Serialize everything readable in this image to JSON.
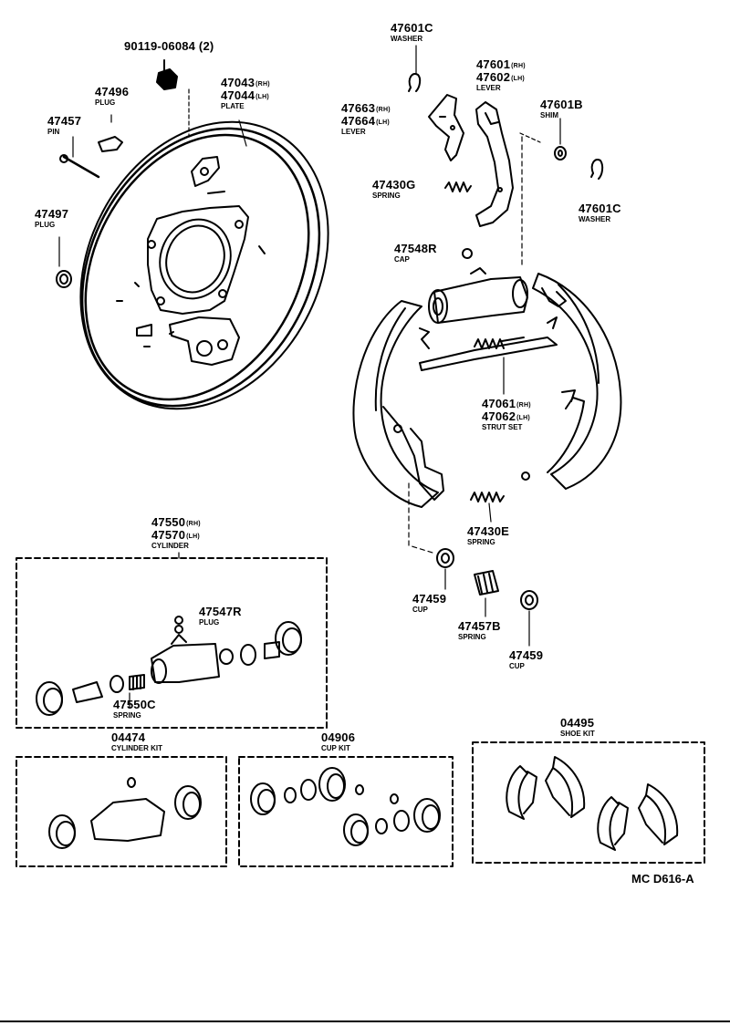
{
  "diagram_ref": "MC D616-A",
  "parts": {
    "bolt": {
      "number": "90119-06084 (2)"
    },
    "plug_496": {
      "number": "47496",
      "name": "PLUG"
    },
    "pin": {
      "number": "47457",
      "name": "PIN"
    },
    "plug_497": {
      "number": "47497",
      "name": "PLUG"
    },
    "plate": {
      "number_rh": "47043",
      "suffix_rh": "(RH)",
      "number_lh": "47044",
      "suffix_lh": "(LH)",
      "name": "PLATE"
    },
    "washer_top": {
      "number": "47601C",
      "name": "WASHER"
    },
    "lever_main": {
      "number_rh": "47601",
      "suffix_rh": "(RH)",
      "number_lh": "47602",
      "suffix_lh": "(LH)",
      "name": "LEVER"
    },
    "lever_small": {
      "number_rh": "47663",
      "suffix_rh": "(RH)",
      "number_lh": "47664",
      "suffix_lh": "(LH)",
      "name": "LEVER"
    },
    "shim": {
      "number": "47601B",
      "name": "SHIM"
    },
    "spring_g": {
      "number": "47430G",
      "name": "SPRING"
    },
    "washer_right": {
      "number": "47601C",
      "name": "WASHER"
    },
    "cap": {
      "number": "47548R",
      "name": "CAP"
    },
    "strut": {
      "number_rh": "47061",
      "suffix_rh": "(RH)",
      "number_lh": "47062",
      "suffix_lh": "(LH)",
      "name": "STRUT SET"
    },
    "spring_e": {
      "number": "47430E",
      "name": "SPRING"
    },
    "cup_left": {
      "number": "47459",
      "name": "CUP"
    },
    "spring_b": {
      "number": "47457B",
      "name": "SPRING"
    },
    "cup_right": {
      "number": "47459",
      "name": "CUP"
    },
    "cylinder": {
      "number_rh": "47550",
      "suffix_rh": "(RH)",
      "number_lh": "47570",
      "suffix_lh": "(LH)",
      "name": "CYLINDER"
    },
    "plug_547": {
      "number": "47547R",
      "name": "PLUG"
    },
    "spring_c": {
      "number": "47550C",
      "name": "SPRING"
    },
    "cylinder_kit": {
      "number": "04474",
      "name": "CYLINDER KIT"
    },
    "cup_kit": {
      "number": "04906",
      "name": "CUP KIT"
    },
    "shoe_kit": {
      "number": "04495",
      "name": "SHOE KIT"
    }
  }
}
